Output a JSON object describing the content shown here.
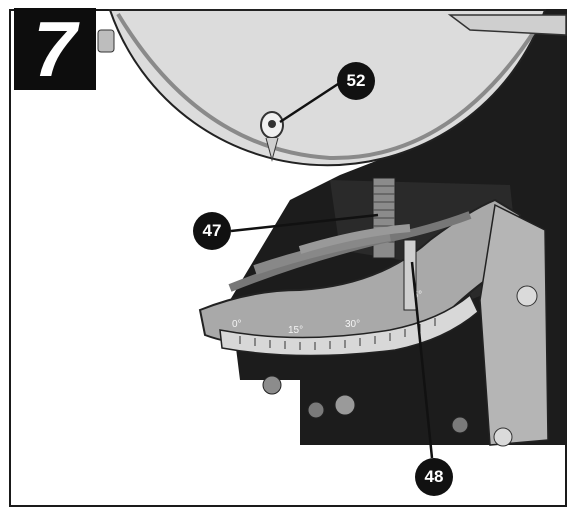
{
  "step": {
    "number": "7"
  },
  "callouts": [
    {
      "id": "52",
      "label": "52"
    },
    {
      "id": "47",
      "label": "47"
    },
    {
      "id": "48",
      "label": "48"
    }
  ],
  "scale": {
    "labels": [
      "0°",
      "15°",
      "30°",
      "45°"
    ]
  },
  "colors": {
    "badge": "#0d0d0d",
    "callout": "#111111",
    "machine_dark": "#1c1c1c",
    "disc": "#d9d9d9",
    "metal": "#9e9e9e"
  }
}
